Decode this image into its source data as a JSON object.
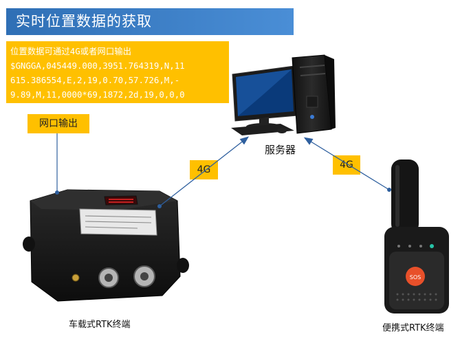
{
  "title": "实时位置数据的获取",
  "info": {
    "lines": [
      "位置数据可通过4G或者网口输出",
      "$GNGGA,045449.000,3951.764319,N,11",
      "615.386554,E,2,19,0.70,57.726,M,-",
      "9.89,M,11,0000*69,1872,2d,19,0,0,0"
    ]
  },
  "labels": {
    "net_output": "网口输出",
    "link_left": "4G",
    "link_right": "4G",
    "server": "服务器",
    "vehicle_terminal": "车载式RTK终端",
    "portable_terminal": "便携式RTK终端"
  },
  "portable_buttons": {
    "sos": "SOS"
  },
  "colors": {
    "title_bar": "#3b7ec8",
    "highlight": "#ffc000",
    "connector": "#2e5f9e",
    "device_body": "#1a1a1a",
    "sos_button": "#e8502a"
  }
}
